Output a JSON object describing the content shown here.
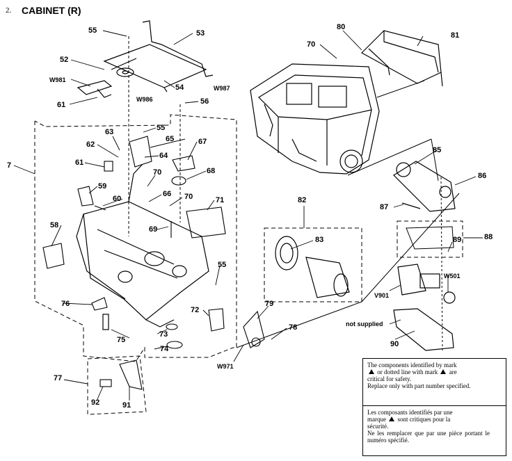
{
  "header": {
    "section_number": "2.",
    "title": "CABINET (R)"
  },
  "callouts": {
    "p55a": "55",
    "p53": "53",
    "p52": "52",
    "pw981": "W981",
    "p54": "54",
    "pw987": "W987",
    "p61a": "61",
    "pw986": "W986",
    "p56": "56",
    "p80": "80",
    "p81": "81",
    "p70a": "70",
    "p7": "7",
    "p63": "63",
    "p55b": "55",
    "p65": "65",
    "p67": "67",
    "p62": "62",
    "p64": "64",
    "p61b": "61",
    "p70b": "70",
    "p68": "68",
    "p59": "59",
    "p66": "66",
    "p70c": "70",
    "p71": "71",
    "p60": "60",
    "p69": "69",
    "p58": "58",
    "p85": "85",
    "p86": "86",
    "p87": "87",
    "p82": "82",
    "p83": "83",
    "p88": "88",
    "p89": "89",
    "pw501": "W501",
    "pv901": "V901",
    "p55c": "55",
    "p76": "76",
    "p72": "72",
    "p79": "79",
    "p73": "73",
    "p78": "78",
    "p74": "74",
    "p75": "75",
    "pw971": "W971",
    "not_supplied": "not supplied",
    "p90": "90",
    "p77": "77",
    "p92": "92",
    "p91": "91"
  },
  "notes": {
    "en_line1": "The components identified by mark",
    "en_line2a": "or dotted line with mark",
    "en_line2b": "are",
    "en_line3": "critical for safety.",
    "en_line4": "Replace only with part number specified.",
    "fr_line1": "Les composants identifiés par une",
    "fr_line2a": "marque",
    "fr_line2b": "sont critiques pour la",
    "fr_line3": "sécurité.",
    "fr_line4": "Ne les remplacer que par une pièce portant le numéro spécifié."
  }
}
